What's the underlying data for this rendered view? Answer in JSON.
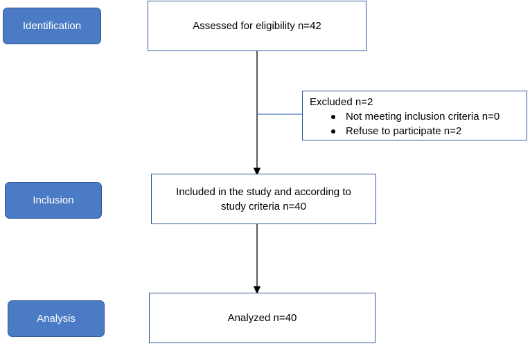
{
  "phases": {
    "identification": "Identification",
    "inclusion": "Inclusion",
    "analysis": "Analysis"
  },
  "boxes": {
    "assessed": "Assessed for eligibility n=42",
    "excluded": {
      "title": "Excluded n=2",
      "items": [
        "Not meeting inclusion criteria n=0",
        "Refuse to participate n=2"
      ]
    },
    "included_line1": "Included in the study and according to",
    "included_line2": "study criteria n=40",
    "analyzed": "Analyzed n=40"
  },
  "colors": {
    "phase_fill": "#4a7bc4",
    "phase_border": "#2f5597",
    "box_border": "#2f5597",
    "connector": "#000000",
    "branch_line": "#4a7bc4"
  }
}
